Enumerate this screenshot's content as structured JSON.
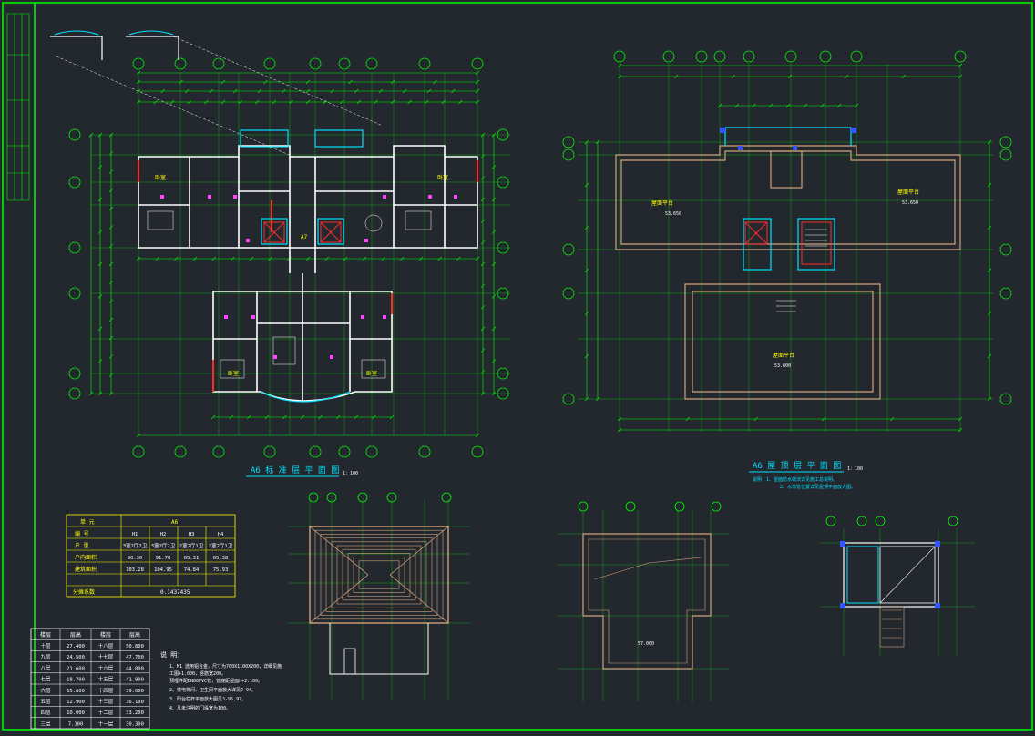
{
  "colors": {
    "background": "#23272e",
    "frame": "#00ff00",
    "dimension": "#00ff00",
    "wall": "#ffffff",
    "highlight": "#00e0ff",
    "accent": "#ff2a2a",
    "annotation": "#ffff00",
    "magenta": "#ff44ff",
    "roof": "#d2a27a"
  },
  "drawing": {
    "standard_plan": {
      "title": "A6 标 准 层 平 面 图",
      "scale": "1：100",
      "unit_label": "A7"
    },
    "roof_plan": {
      "title": "A6 屋 顶 层 平 面 图",
      "scale": "1：100"
    }
  },
  "unit_table": {
    "unit_header": "单 元",
    "unit_value": "A6",
    "rows": [
      {
        "label": "编 号",
        "cells": [
          "H1",
          "H2",
          "H3",
          "H4"
        ]
      },
      {
        "label": "户 型",
        "cells": [
          "3室2厅2卫",
          "3室2厅2卫",
          "2室2厅1卫",
          "2室2厅1卫"
        ]
      },
      {
        "label": "户内面积",
        "cells": [
          "90.30",
          "91.76",
          "65.31",
          "65.38"
        ]
      },
      {
        "label": "建筑面积",
        "cells": [
          "103.28",
          "104.95",
          "74.84",
          "75.93"
        ]
      }
    ],
    "share_label": "分摊系数",
    "share_value": "0.1437435"
  },
  "floor_table": {
    "headers": [
      "楼层",
      "层高",
      "楼层",
      "层高"
    ],
    "rows": [
      [
        "十层",
        "27.400",
        "十八层",
        "50.800"
      ],
      [
        "九层",
        "24.500",
        "十七层",
        "47.700"
      ],
      [
        "八层",
        "21.600",
        "十六层",
        "44.800"
      ],
      [
        "七层",
        "18.700",
        "十五层",
        "41.900"
      ],
      [
        "六层",
        "15.800",
        "十四层",
        "39.000"
      ],
      [
        "五层",
        "12.900",
        "十三层",
        "36.100"
      ],
      [
        "四层",
        "10.000",
        "十二层",
        "33.200"
      ],
      [
        "三层",
        "7.100",
        "十一层",
        "30.300"
      ]
    ]
  },
  "notes": {
    "title": "说 明：",
    "lines": [
      "1、M1 选用铝合金，尺寸为700X1100X200，详细见施",
      "工图+1.000，竖筋宽200。",
      "预埋件配DN80PVC管，管底距屋面H+2.100。",
      "2、楼电梯间、卫生间平面放大详见J-94。",
      "3、阳台栏杆平面放大图见J-95,97。",
      "4、凡未注明的门垛宽为100。"
    ]
  },
  "roof_notes": {
    "lines": [
      "说明：1、屋面防水做法详见施工总说明。",
      "2、水落管位置详见屋顶平面放大图。"
    ]
  },
  "plan_labels": {
    "room": "卧室",
    "roof_terrace": "屋面平台",
    "elev_left": "53.650",
    "elev_center": "53.650",
    "elev_bottom": "53.600",
    "elev_mid": "57.000"
  }
}
